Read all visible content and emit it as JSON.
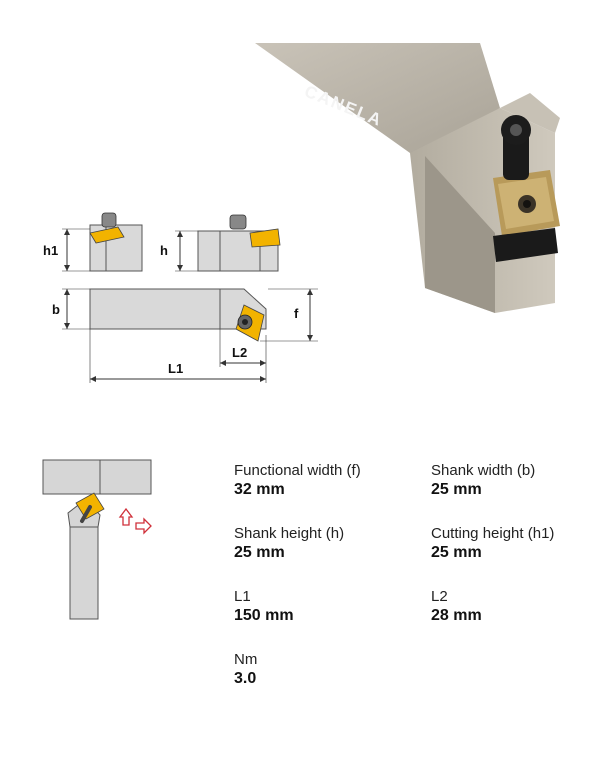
{
  "brand": "CANELA",
  "dimension_labels": {
    "h1": "h1",
    "h": "h",
    "b": "b",
    "f": "f",
    "L1": "L1",
    "L2": "L2"
  },
  "specs": [
    {
      "label": "Functional width (f)",
      "value": "32 mm"
    },
    {
      "label": "Shank width (b)",
      "value": "25 mm"
    },
    {
      "label": "Shank height (h)",
      "value": "25 mm"
    },
    {
      "label": "Cutting height (h1)",
      "value": "25 mm"
    },
    {
      "label": "L1",
      "value": "150 mm"
    },
    {
      "label": "L2",
      "value": "28 mm"
    },
    {
      "label": "Nm",
      "value": "3.0"
    }
  ],
  "colors": {
    "insert": "#f2b300",
    "shank": "#d6d6d6",
    "arrow": "#d0303a"
  }
}
